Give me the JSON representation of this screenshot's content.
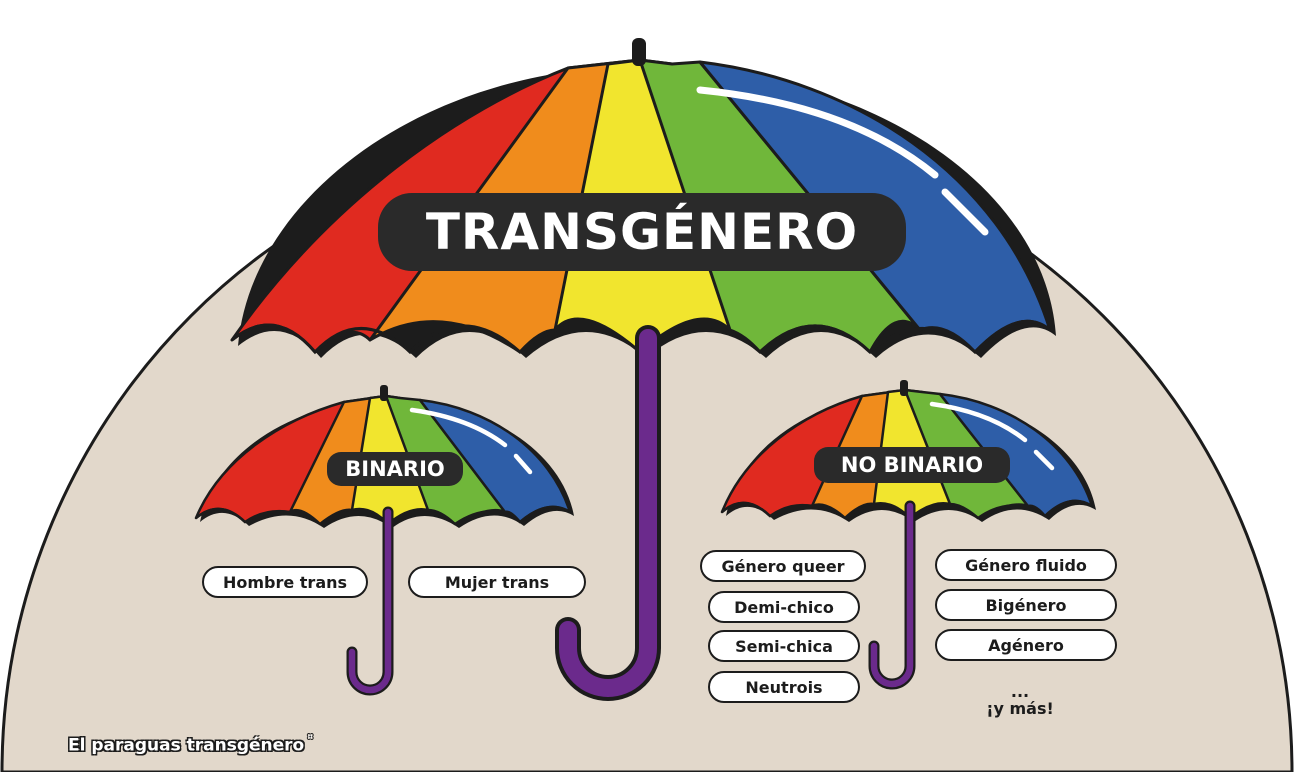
{
  "title": "TRANSGÉNERO",
  "footer": {
    "text": "El paraguas transgénero",
    "mark": "°"
  },
  "colors": {
    "background_shape": "#e2d8cb",
    "outline": "#1c1c1c",
    "handle": "#6b2a8c",
    "label_bg": "#2a2a2a",
    "panels": [
      "#e02a20",
      "#f08c1c",
      "#f1e52e",
      "#70b73a",
      "#2e5ea8"
    ]
  },
  "umbrellas": {
    "binary": {
      "label": "BINARIO",
      "items": [
        "Hombre trans",
        "Mujer trans"
      ]
    },
    "nonbinary": {
      "label": "NO BINARIO",
      "left_items": [
        "Género queer",
        "Demi-chico",
        "Semi-chica",
        "Neutrois"
      ],
      "right_items": [
        "Género fluido",
        "Bigénero",
        "Agénero"
      ],
      "more": "...\n¡y más!"
    }
  }
}
